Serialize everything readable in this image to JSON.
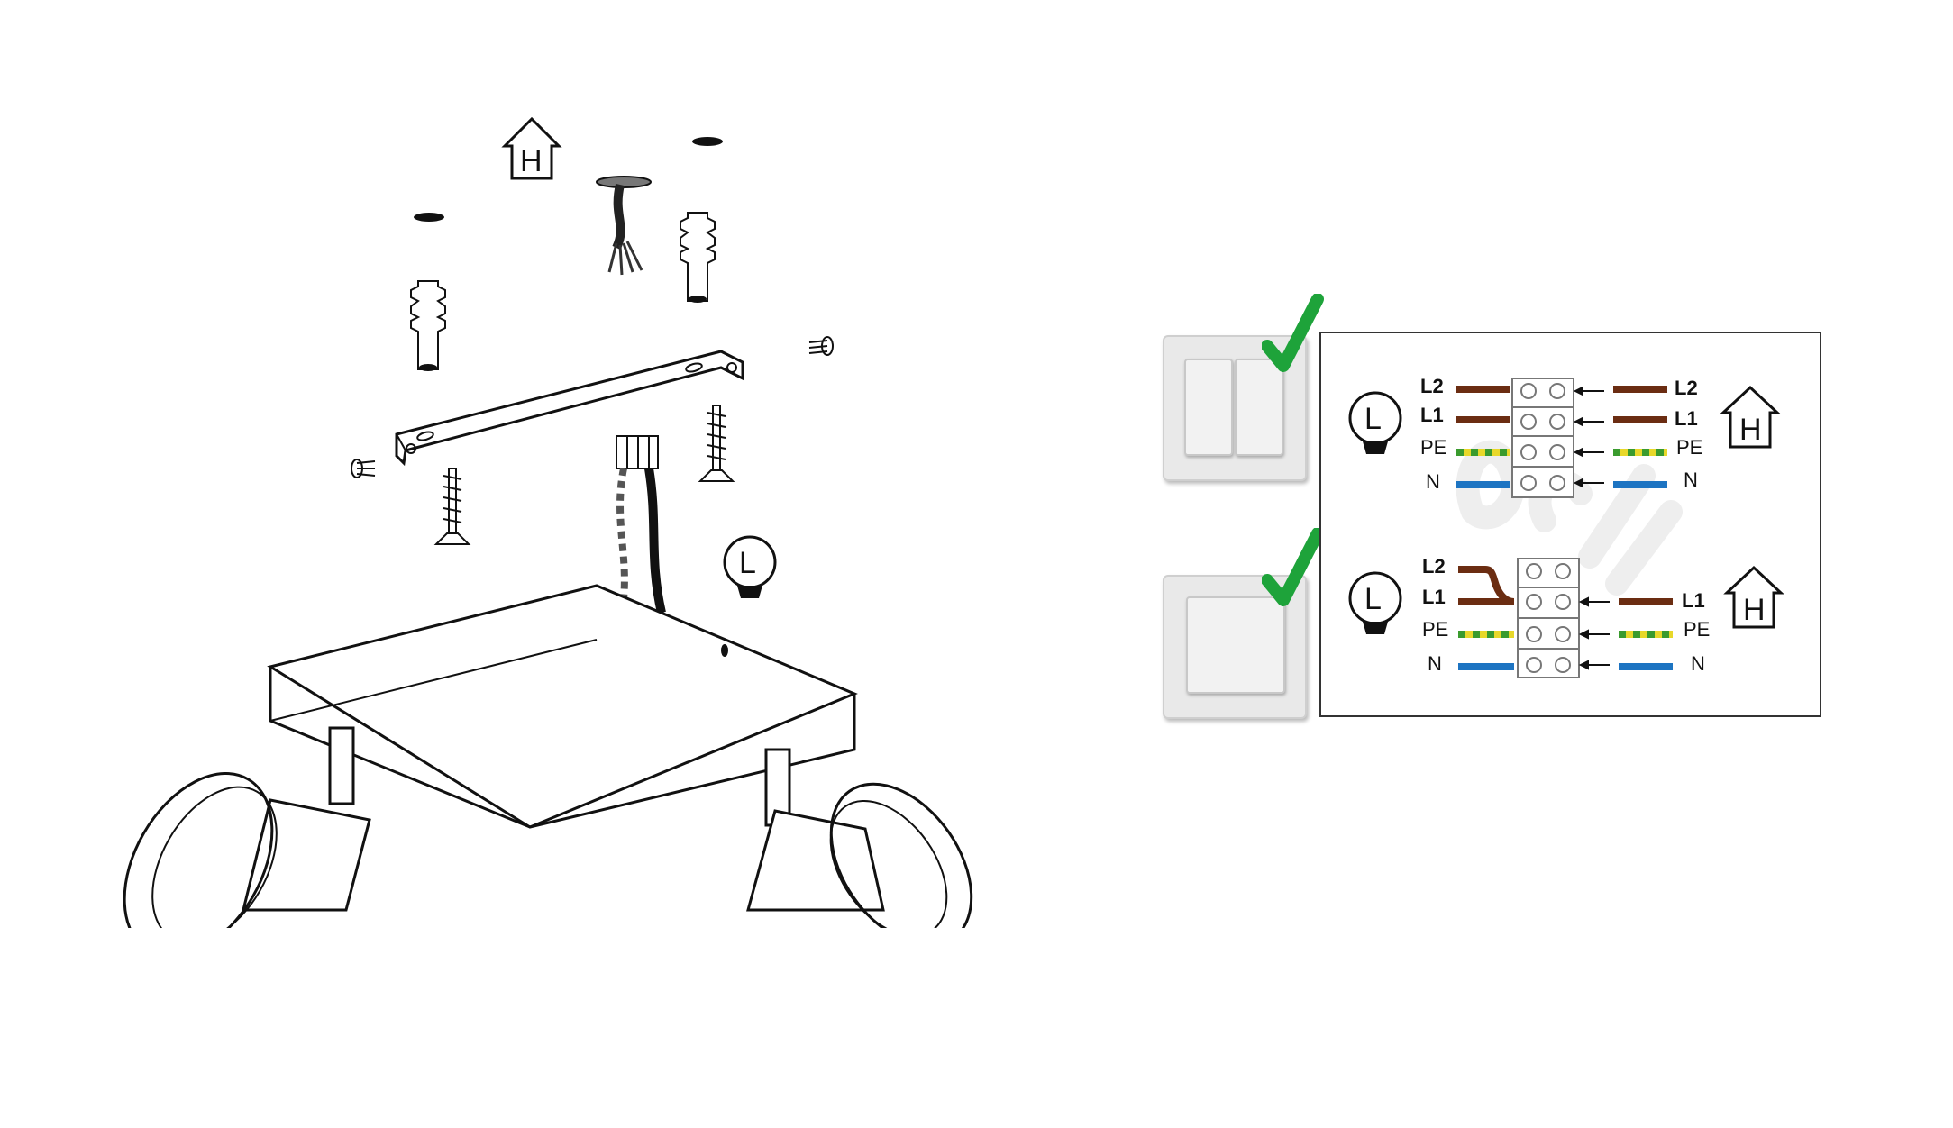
{
  "house_icon_letter": "H",
  "lamp_icon_letter": "L",
  "wiring": {
    "double_switch": {
      "left_labels": [
        "L2",
        "L1",
        "PE",
        "N"
      ],
      "right_labels": [
        "L2",
        "L1",
        "PE",
        "N"
      ]
    },
    "single_switch": {
      "left_labels": [
        "L2",
        "L1",
        "PE",
        "N"
      ],
      "right_labels": [
        "L1",
        "PE",
        "N"
      ]
    }
  },
  "colors": {
    "line_wire": "#6b2d12",
    "earth_yellow": "#e8d82a",
    "earth_green": "#3a9b2e",
    "neutral_wire": "#1d74c2",
    "check_mark": "#1ea33a",
    "switch_plate": "#e9e9e9"
  }
}
